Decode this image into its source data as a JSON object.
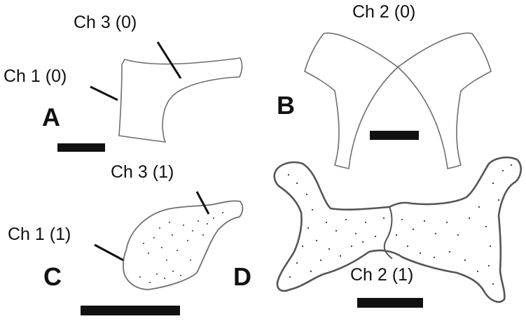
{
  "panels": {
    "a": "A",
    "b": "B",
    "c": "C",
    "d": "D"
  },
  "labels": {
    "a_ch3": "Ch 3 (0)",
    "a_ch1": "Ch 1 (0)",
    "b_ch2": "Ch 2 (0)",
    "c_ch3": "Ch 3 (1)",
    "c_ch1": "Ch 1 (1)",
    "d_ch2": "Ch 2 (1)"
  },
  "colors": {
    "outline": "#6e6e6e",
    "stipple": "#333333",
    "ink": "#111111"
  }
}
